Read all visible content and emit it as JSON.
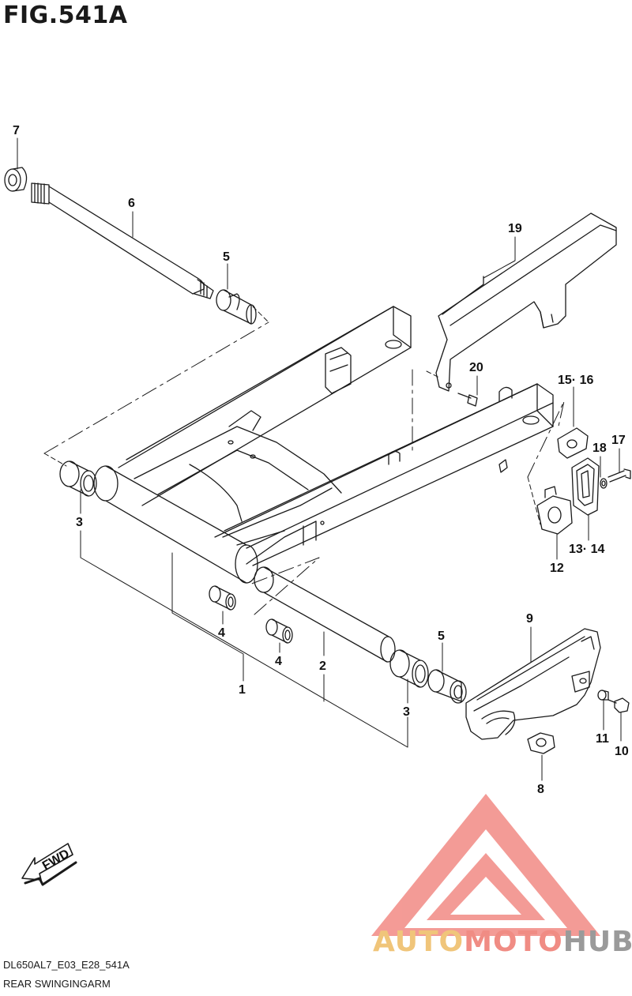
{
  "figure": {
    "title": "FIG.541A",
    "code": "DL650AL7_E03_E28_541A",
    "description": "REAR SWINGINGARM"
  },
  "fwd_label": "FWD",
  "watermark": {
    "part1": "AUTO",
    "part2": "MOTO",
    "part3": "HUB",
    "colors": {
      "auto": "#f0c57a",
      "moto": "#f08c84",
      "hub": "#9a9a9a",
      "logo": "#f28a84"
    }
  },
  "callouts": {
    "c1": "1",
    "c2": "2",
    "c3a": "3",
    "c3b": "3",
    "c4a": "4",
    "c4b": "4",
    "c5a": "5",
    "c5b": "5",
    "c6": "6",
    "c7": "7",
    "c8": "8",
    "c9": "9",
    "c10": "10",
    "c11": "11",
    "c12": "12",
    "c1314": "13· 14",
    "c1516": "15· 16",
    "c17": "17",
    "c18": "18",
    "c19": "19",
    "c20": "20"
  }
}
